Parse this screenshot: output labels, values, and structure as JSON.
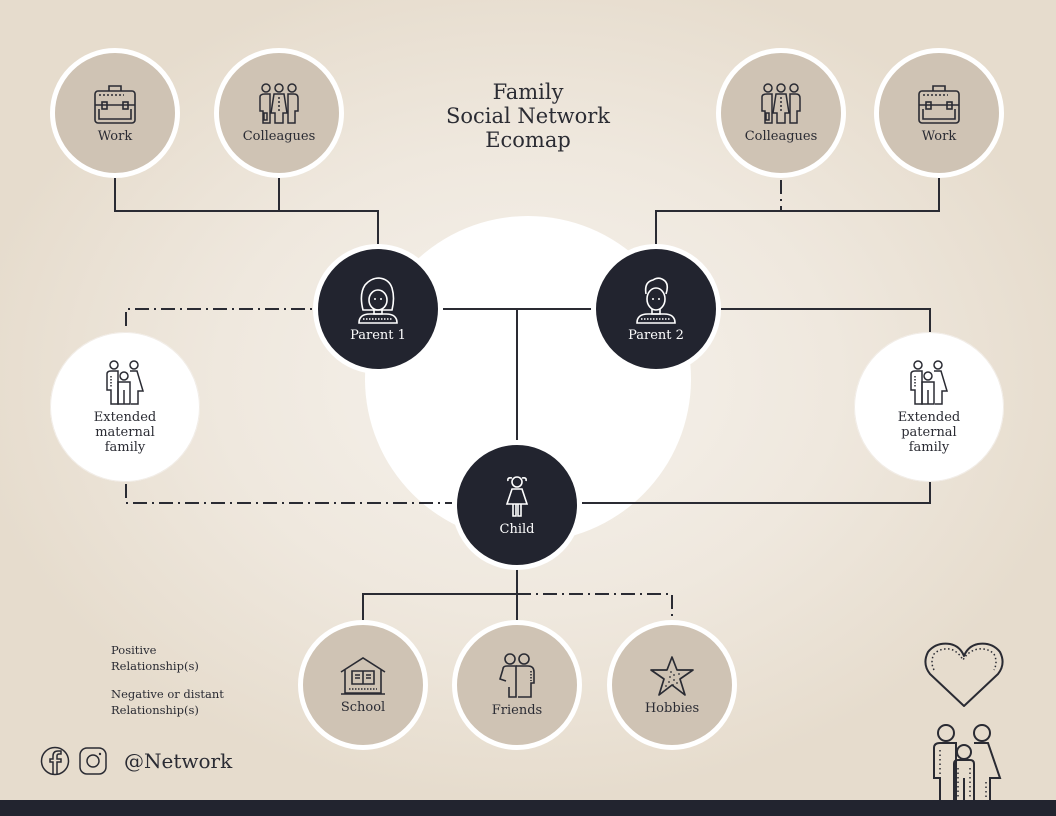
{
  "title": {
    "line1": "Family",
    "line2": "Social Network",
    "line3": "Ecomap"
  },
  "nodes": {
    "work_left": {
      "label": "Work",
      "icon": "briefcase-icon"
    },
    "colleagues_left": {
      "label": "Colleagues",
      "icon": "colleagues-icon"
    },
    "colleagues_right": {
      "label": "Colleagues",
      "icon": "colleagues-icon"
    },
    "work_right": {
      "label": "Work",
      "icon": "briefcase-icon"
    },
    "parent1": {
      "label": "Parent 1",
      "icon": "woman-icon"
    },
    "parent2": {
      "label": "Parent 2",
      "icon": "man-icon"
    },
    "child": {
      "label": "Child",
      "icon": "girl-icon"
    },
    "extended_maternal": {
      "line1": "Extended",
      "line2": "maternal",
      "line3": "family",
      "icon": "family-icon"
    },
    "extended_paternal": {
      "line1": "Extended",
      "line2": "paternal",
      "line3": "family",
      "icon": "family-icon"
    },
    "school": {
      "label": "School",
      "icon": "school-icon"
    },
    "friends": {
      "label": "Friends",
      "icon": "friends-icon"
    },
    "hobbies": {
      "label": "Hobbies",
      "icon": "star-icon"
    }
  },
  "relationships": [
    {
      "from": "Work (left)",
      "to": "Parent 1",
      "type": "positive"
    },
    {
      "from": "Colleagues (left)",
      "to": "Parent 1",
      "type": "positive"
    },
    {
      "from": "Colleagues (right)",
      "to": "Parent 2",
      "type": "negative"
    },
    {
      "from": "Work (right)",
      "to": "Parent 2",
      "type": "positive"
    },
    {
      "from": "Parent 1",
      "to": "Parent 2",
      "type": "positive"
    },
    {
      "from": "Parents",
      "to": "Child",
      "type": "positive"
    },
    {
      "from": "Extended maternal family",
      "to": "Parent 1",
      "type": "negative"
    },
    {
      "from": "Extended maternal family",
      "to": "Child",
      "type": "negative"
    },
    {
      "from": "Extended paternal family",
      "to": "Parent 2",
      "type": "positive"
    },
    {
      "from": "Extended paternal family",
      "to": "Child",
      "type": "positive"
    },
    {
      "from": "Child",
      "to": "School",
      "type": "positive"
    },
    {
      "from": "Child",
      "to": "Friends",
      "type": "positive"
    },
    {
      "from": "Child",
      "to": "Hobbies",
      "type": "negative"
    }
  ],
  "legend": {
    "positive": {
      "line1": "Positive",
      "line2": "Relationship(s)"
    },
    "negative": {
      "line1": "Negative or distant",
      "line2": "Relationship(s)"
    }
  },
  "social": {
    "handle": "@Network",
    "icons": [
      "facebook-icon",
      "instagram-icon"
    ]
  },
  "colors": {
    "background": "#efe8de",
    "tan_node": "#cfc3b4",
    "dark_node": "#22242f",
    "line": "#2a2b33",
    "white": "#ffffff"
  }
}
